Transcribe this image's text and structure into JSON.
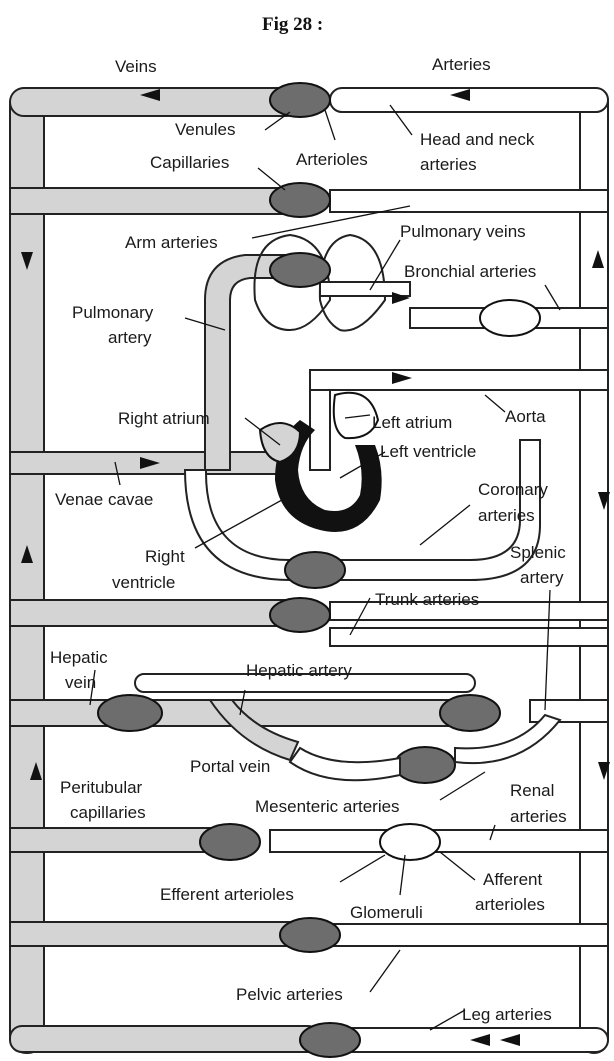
{
  "figure_title": "Fig 28 :",
  "labels": {
    "veins": "Veins",
    "arteries": "Arteries",
    "venules": "Venules",
    "arterioles": "Arterioles",
    "head_neck_1": "Head and neck",
    "head_neck_2": "arteries",
    "capillaries": "Capillaries",
    "arm_arteries": "Arm arteries",
    "pulmonary_veins": "Pulmonary veins",
    "bronchial_arteries": "Bronchial arteries",
    "pulmonary_artery_1": "Pulmonary",
    "pulmonary_artery_2": "artery",
    "right_atrium": "Right atrium",
    "left_atrium": "Left atrium",
    "aorta": "Aorta",
    "left_ventricle": "Left ventricle",
    "venae_cavae": "Venae cavae",
    "coronary_1": "Coronary",
    "coronary_2": "arteries",
    "right_ventricle_1": "Right",
    "right_ventricle_2": "ventricle",
    "splenic_1": "Splenic",
    "splenic_2": "artery",
    "trunk_arteries": "Trunk arteries",
    "hepatic_vein_1": "Hepatic",
    "hepatic_vein_2": "vein",
    "hepatic_artery": "Hepatic artery",
    "portal_vein": "Portal vein",
    "peritubular_1": "Peritubular",
    "peritubular_2": "capillaries",
    "mesenteric_arteries": "Mesenteric arteries",
    "renal_1": "Renal",
    "renal_2": "arteries",
    "efferent_arterioles": "Efferent arterioles",
    "afferent_1": "Afferent",
    "afferent_2": "arterioles",
    "glomeruli": "Glomeruli",
    "pelvic_arteries": "Pelvic arteries",
    "leg_arteries": "Leg arteries"
  }
}
